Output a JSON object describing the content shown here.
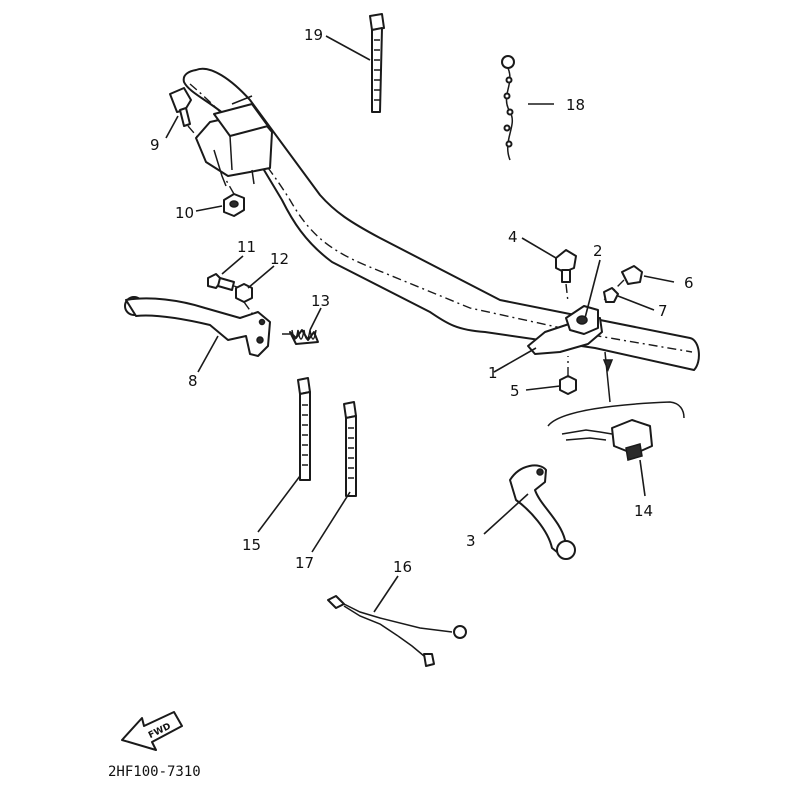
{
  "diagram": {
    "figure_code": "2HF100-7310",
    "direction_mark": "FWD",
    "callouts": [
      "1",
      "2",
      "3",
      "4",
      "5",
      "6",
      "7",
      "8",
      "9",
      "10",
      "11",
      "12",
      "13",
      "14",
      "15",
      "16",
      "17",
      "18",
      "19"
    ]
  }
}
